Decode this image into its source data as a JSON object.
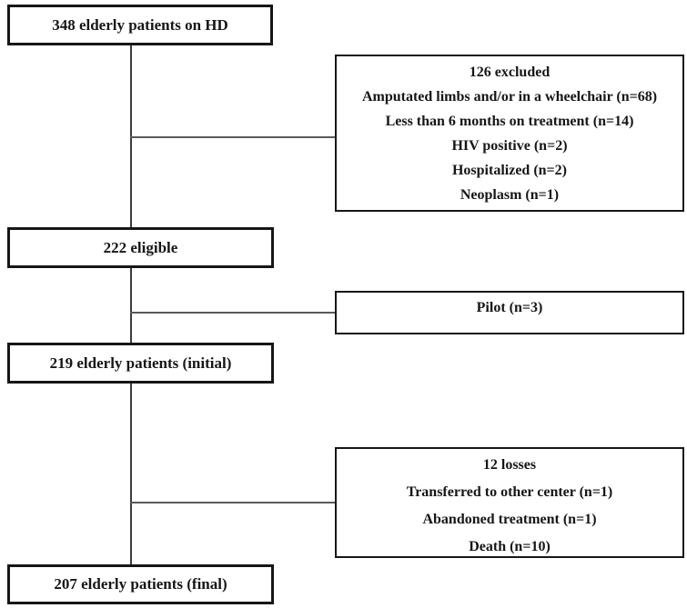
{
  "figure": {
    "type": "patient-flow-diagram",
    "colors": {
      "background": "#ffffff",
      "box_border": "#161616",
      "text": "#161616",
      "connector_line": "#5a5a5a"
    },
    "nodes": {
      "enrolled": {
        "label": "348 elderly patients on HD"
      },
      "eligible": {
        "label": "222 eligible"
      },
      "initial": {
        "label": "219 elderly patients (initial)"
      },
      "final": {
        "label": "207 elderly patients (final)"
      },
      "excluded": {
        "lines": [
          "126 excluded",
          "Amputated limbs and/or in a wheelchair (n=68)",
          "Less than 6 months on treatment (n=14)",
          "HIV positive (n=2)",
          "Hospitalized (n=2)",
          "Neoplasm (n=1)"
        ]
      },
      "pilot": {
        "label": "Pilot (n=3)"
      },
      "losses": {
        "lines": [
          "12 losses",
          "Transferred to other center (n=1)",
          "Abandoned treatment (n=1)",
          "Death (n=10)"
        ]
      }
    }
  }
}
